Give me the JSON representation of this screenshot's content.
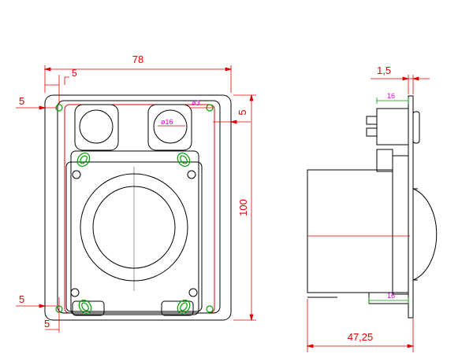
{
  "colors": {
    "outline": "#000000",
    "dimension": "#e00000",
    "hole": "#00a000",
    "callout": "#e000e0"
  },
  "front_view": {
    "width_dim": "78",
    "height_dim": "100",
    "top_offset": "5",
    "left_offset_top": "5",
    "right_offset": "5",
    "left_offset_bottom": "5",
    "bottom_offset": "5",
    "hole_diameter": "ø3",
    "button_diameter": "ø16"
  },
  "side_view": {
    "thickness_dim": "1,5",
    "depth_dim": "47,25",
    "top_callout": "16",
    "bottom_callout": "16"
  }
}
